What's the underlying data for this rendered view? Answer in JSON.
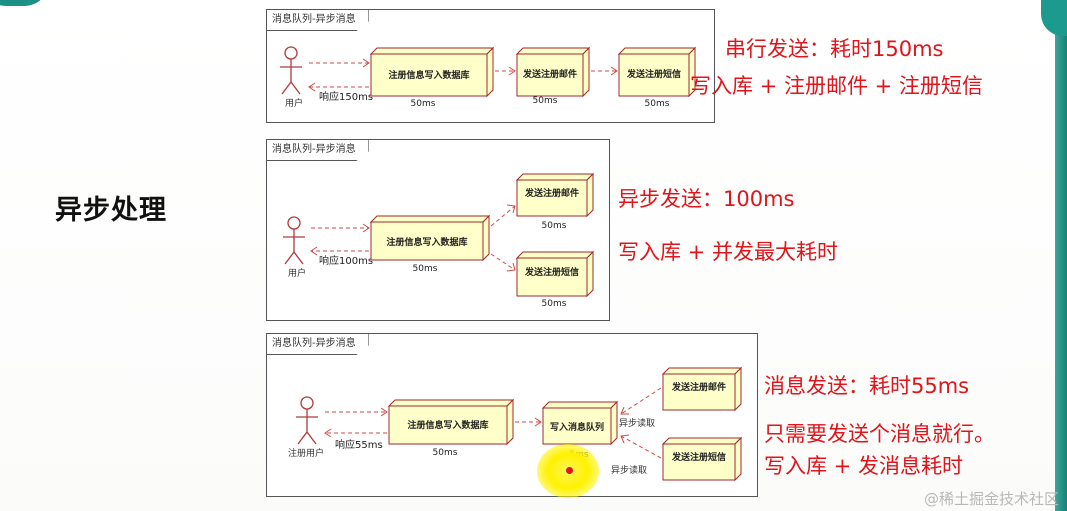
{
  "side_title": "异步处理",
  "watermark": "@稀土掘金技术社区",
  "panels": [
    {
      "tab": "消息队列-异步消息",
      "actor": "用户",
      "response": "响应150ms",
      "boxes": [
        "注册信息写入数据库",
        "发送注册邮件",
        "发送注册短信"
      ],
      "times": [
        "50ms",
        "50ms",
        "50ms"
      ],
      "notes": [
        "串行发送：耗时150ms",
        "写入库 + 注册邮件 + 注册短信"
      ]
    },
    {
      "tab": "消息队列-异步消息",
      "actor": "用户",
      "response": "响应100ms",
      "boxes": [
        "注册信息写入数据库",
        "发送注册邮件",
        "发送注册短信"
      ],
      "times": [
        "50ms",
        "50ms",
        "50ms"
      ],
      "notes": [
        "异步发送：100ms",
        "写入库 + 并发最大耗时"
      ]
    },
    {
      "tab": "消息队列-异步消息",
      "actor": "注册用户",
      "response": "响应55ms",
      "boxes": [
        "注册信息写入数据库",
        "写入消息队列",
        "发送注册邮件",
        "发送注册短信"
      ],
      "times": [
        "50ms",
        "5ms"
      ],
      "read_labels": [
        "异步读取",
        "异步读取"
      ],
      "notes": [
        "消息发送：耗时55ms",
        "只需要发送个消息就行。",
        "写入库 + 发消息耗时"
      ]
    }
  ],
  "colors": {
    "box_fill": "#ffffc9",
    "box_border": "#9e2a2f",
    "arrow": "#d14a4a",
    "note_red": "#e0141b"
  }
}
